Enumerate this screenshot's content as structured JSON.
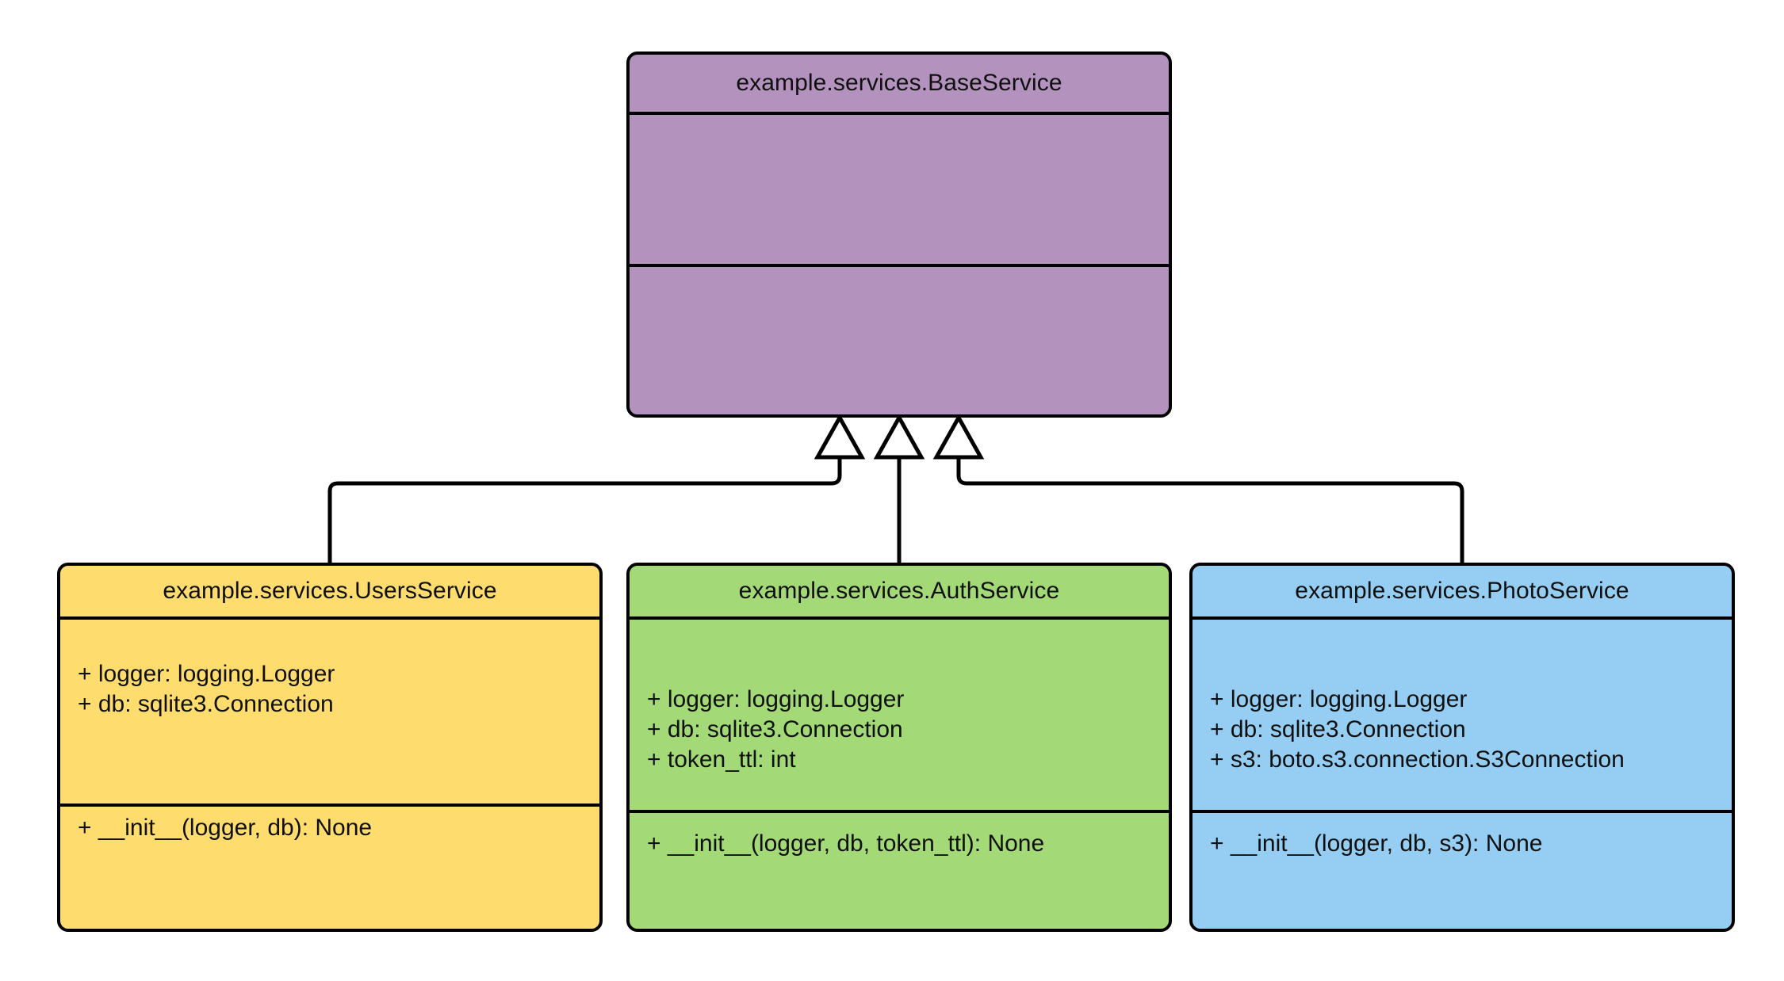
{
  "diagram": {
    "type": "uml-class-diagram",
    "relationship": "generalization",
    "background_color": "#ffffff",
    "line_color": "#000000"
  },
  "classes": {
    "base": {
      "name": "example.services.BaseService",
      "fill_color": "#b392bd",
      "attributes": [],
      "methods": []
    },
    "users": {
      "name": "example.services.UsersService",
      "fill_color": "#ffdc6e",
      "attributes": [
        "+ logger: logging.Logger",
        "+ db: sqlite3.Connection"
      ],
      "methods": [
        "+ __init__(logger, db): None"
      ]
    },
    "auth": {
      "name": "example.services.AuthService",
      "fill_color": "#a3d977",
      "attributes": [
        "+ logger: logging.Logger",
        "+ db: sqlite3.Connection",
        "+ token_ttl: int"
      ],
      "methods": [
        "+ __init__(logger, db, token_ttl): None"
      ]
    },
    "photo": {
      "name": "example.services.PhotoService",
      "fill_color": "#95cef2",
      "attributes": [
        "+ logger: logging.Logger",
        "+ db: sqlite3.Connection",
        "+ s3: boto.s3.connection.S3Connection"
      ],
      "methods": [
        "+ __init__(logger, db, s3): None"
      ]
    }
  },
  "edges": [
    {
      "from": "users",
      "to": "base",
      "arrow": "hollow-triangle"
    },
    {
      "from": "auth",
      "to": "base",
      "arrow": "hollow-triangle"
    },
    {
      "from": "photo",
      "to": "base",
      "arrow": "hollow-triangle"
    }
  ]
}
